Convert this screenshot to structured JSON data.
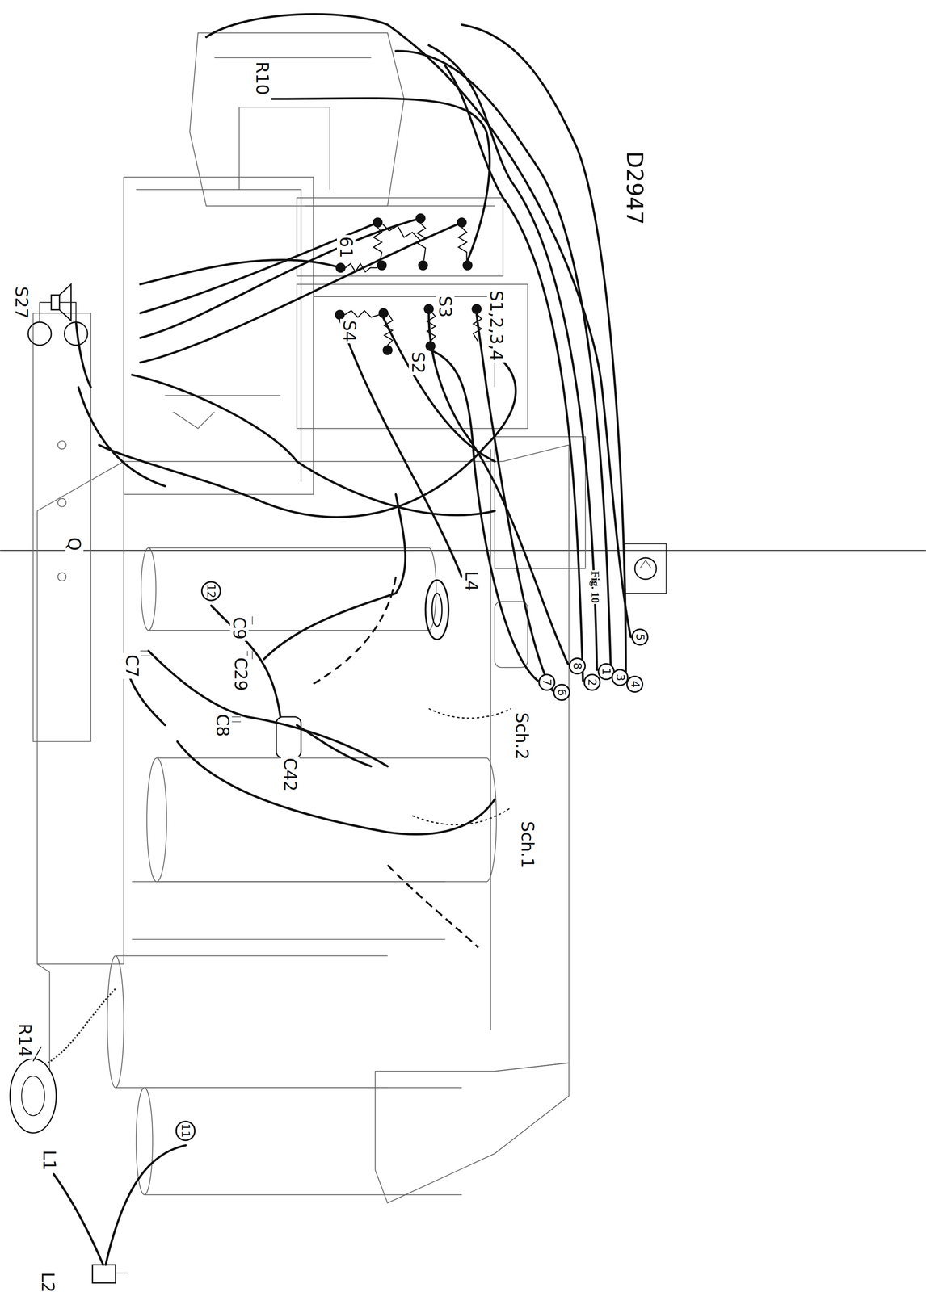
{
  "diagram": {
    "caption": "Fig. 10",
    "nodes": [
      {
        "text": [
          "12"
        ]
      },
      {
        "text": [
          "11"
        ]
      },
      {
        "text": [
          "7"
        ]
      },
      {
        "text": [
          "6"
        ]
      },
      {
        "text": [
          "8"
        ]
      },
      {
        "text": [
          "2"
        ]
      },
      {
        "text": [
          "1"
        ]
      },
      {
        "text": [
          "3"
        ]
      },
      {
        "text": [
          "4"
        ]
      },
      {
        "text": [
          "5"
        ]
      }
    ],
    "labels": [
      "R14",
      "L1",
      "L2",
      "S27",
      "R10",
      "61",
      "S4",
      "S2",
      "S3",
      "S1,2,3,4",
      "L4",
      "Sch.2",
      "Sch.1",
      "C7",
      "C8",
      "C29",
      "C9",
      "C42",
      "D2947",
      "Q"
    ]
  }
}
